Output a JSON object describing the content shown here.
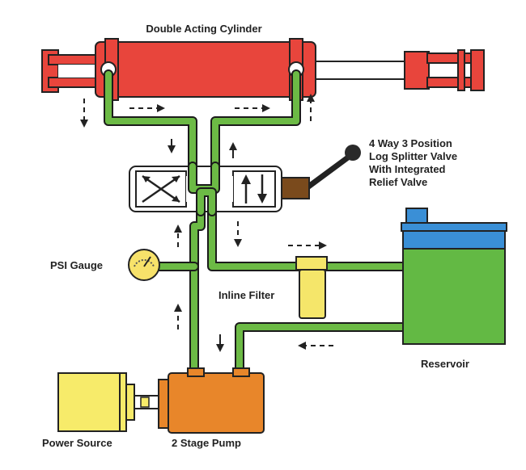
{
  "labels": {
    "cylinder": "Double Acting Cylinder",
    "valve_line1": "4 Way 3 Position",
    "valve_line2": "Log Splitter Valve",
    "valve_line3": "With Integrated",
    "valve_line4": "Relief Valve",
    "gauge": "PSI Gauge",
    "filter": "Inline Filter",
    "reservoir": "Reservoir",
    "power_source": "Power Source",
    "pump": "2 Stage Pump"
  },
  "colors": {
    "cylinder": "#e8453c",
    "pipe": "#6cba45",
    "reservoir_fluid": "#63b944",
    "reservoir_top": "#3a8fd6",
    "filter": "#f5e66a",
    "power_source": "#f7eb6a",
    "pump": "#e8862a",
    "valve_handle": "#7a4a1c",
    "gauge": "#f7e26a"
  },
  "icons": [
    "cross-arrows-icon",
    "up-down-arrows-icon",
    "flow-arrow-icon"
  ]
}
